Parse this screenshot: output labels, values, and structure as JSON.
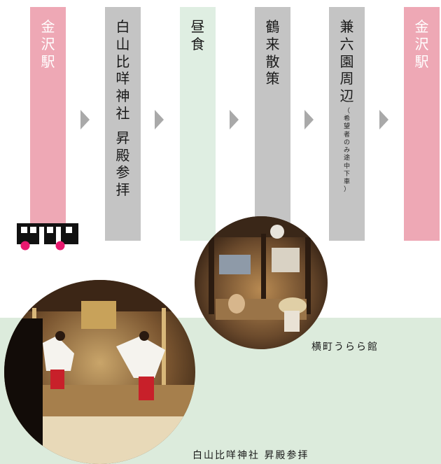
{
  "steps": [
    {
      "id": "kanazawa-start",
      "chars": [
        "金",
        "沢",
        "駅"
      ],
      "color": "pink"
    },
    {
      "id": "shirayama-hime",
      "chars": [
        "白",
        "山",
        "比",
        "咩",
        "神",
        "社",
        "",
        "昇",
        "殿",
        "参",
        "拝"
      ],
      "color": "gray"
    },
    {
      "id": "lunch",
      "chars": [
        "昼",
        "食"
      ],
      "color": "green"
    },
    {
      "id": "tsuruku-walk",
      "chars": [
        "鶴",
        "来",
        "散",
        "策"
      ],
      "color": "gray"
    },
    {
      "id": "kenrokuen",
      "chars": [
        "兼",
        "六",
        "園",
        "周",
        "辺"
      ],
      "note": [
        "（",
        "希",
        "望",
        "者",
        "の",
        "み",
        "途",
        "中",
        "下",
        "車",
        "）"
      ],
      "color": "gray"
    },
    {
      "id": "kanazawa-end",
      "chars": [
        "金",
        "沢",
        "駅"
      ],
      "color": "pink"
    }
  ],
  "icons": {
    "bus": "bus-icon",
    "arrow": "chevron-right-icon"
  },
  "colors": {
    "pink": "#eea8b5",
    "gray": "#c4c4c4",
    "green": "#dfeee2",
    "band": "#dcebdc",
    "bus_wheel": "#e8196f",
    "bus_body": "#111111"
  },
  "captions": {
    "yokomachi": "横町うらら館",
    "shrine": "白山比咩神社 昇殿参拝"
  }
}
